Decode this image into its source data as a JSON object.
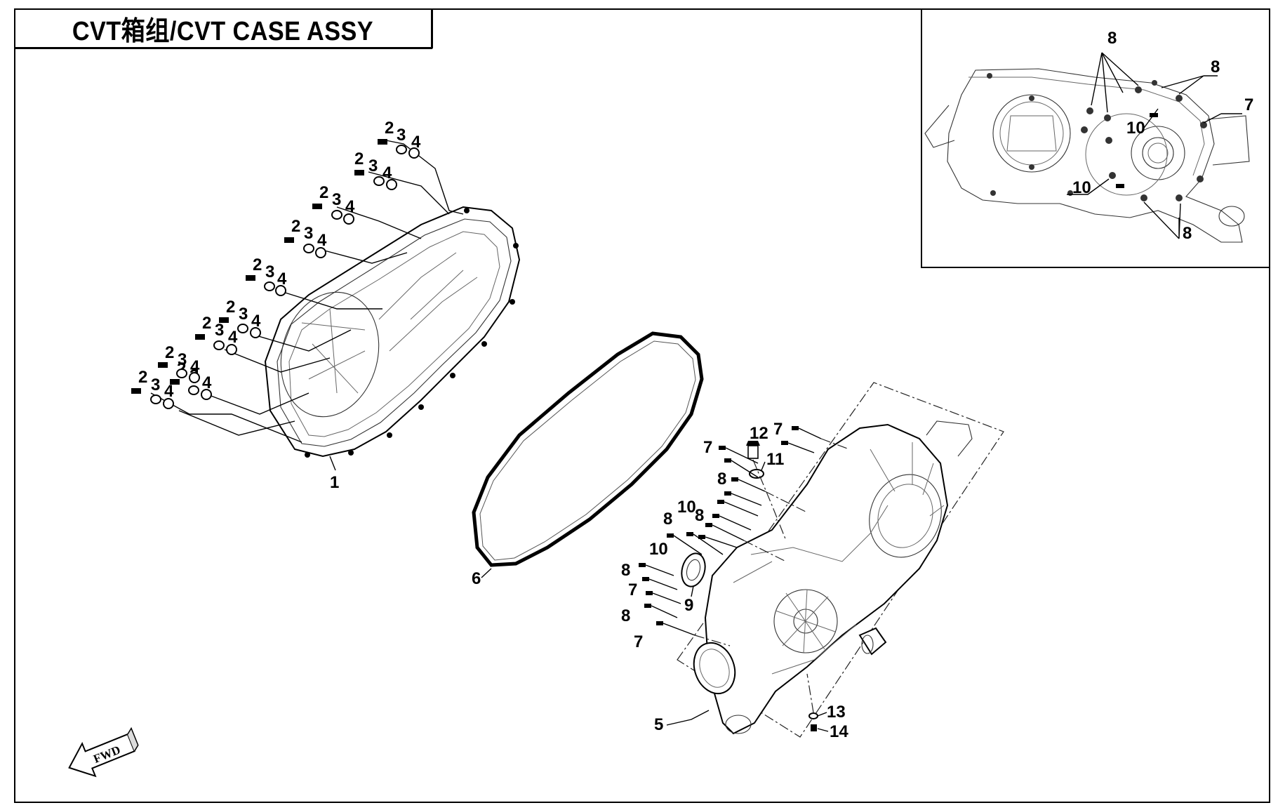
{
  "title": "CVT箱组/CVT CASE ASSY",
  "fwd_label": "FWD",
  "callouts": {
    "c1": "1",
    "c2": "2",
    "c3": "3",
    "c4": "4",
    "c5": "5",
    "c6": "6",
    "c7": "7",
    "c8": "8",
    "c9": "9",
    "c10": "10",
    "c11": "11",
    "c12": "12",
    "c13": "13",
    "c14": "14"
  },
  "colors": {
    "line": "#000000",
    "background": "#ffffff"
  }
}
